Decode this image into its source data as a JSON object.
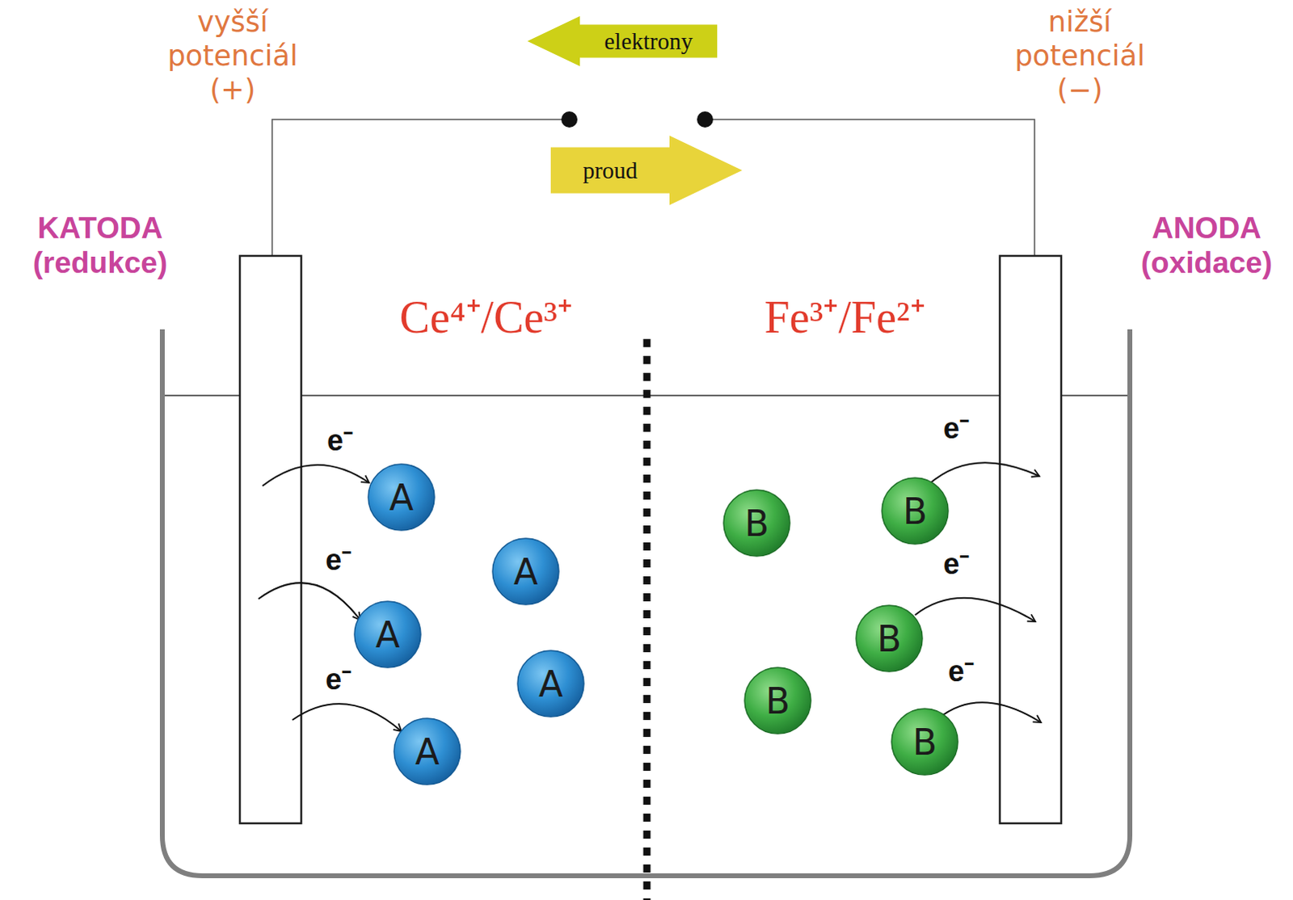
{
  "diagram": {
    "nodes": [
      {
        "text": [
          "elektrony"
        ]
      },
      {
        "text": [
          "proud"
        ]
      },
      {
        "text": [
          "A"
        ]
      },
      {
        "text": [
          "A"
        ]
      },
      {
        "text": [
          "A"
        ]
      },
      {
        "text": [
          "A"
        ]
      },
      {
        "text": [
          "A"
        ]
      },
      {
        "text": [
          "B"
        ]
      },
      {
        "text": [
          "B"
        ]
      },
      {
        "text": [
          "B"
        ]
      },
      {
        "text": [
          "B"
        ]
      },
      {
        "text": [
          "B"
        ]
      }
    ],
    "labels": [
      "vyšší potenciál (+)",
      "nižší potenciál (−)",
      "KATODA (redukce)",
      "ANODA (oxidace)",
      "Ce⁴⁺/Ce³⁺",
      "Fe³⁺/Fe²⁺",
      "e⁻",
      "e⁻",
      "e⁻",
      "e⁻",
      "e⁻",
      "e⁻"
    ]
  }
}
